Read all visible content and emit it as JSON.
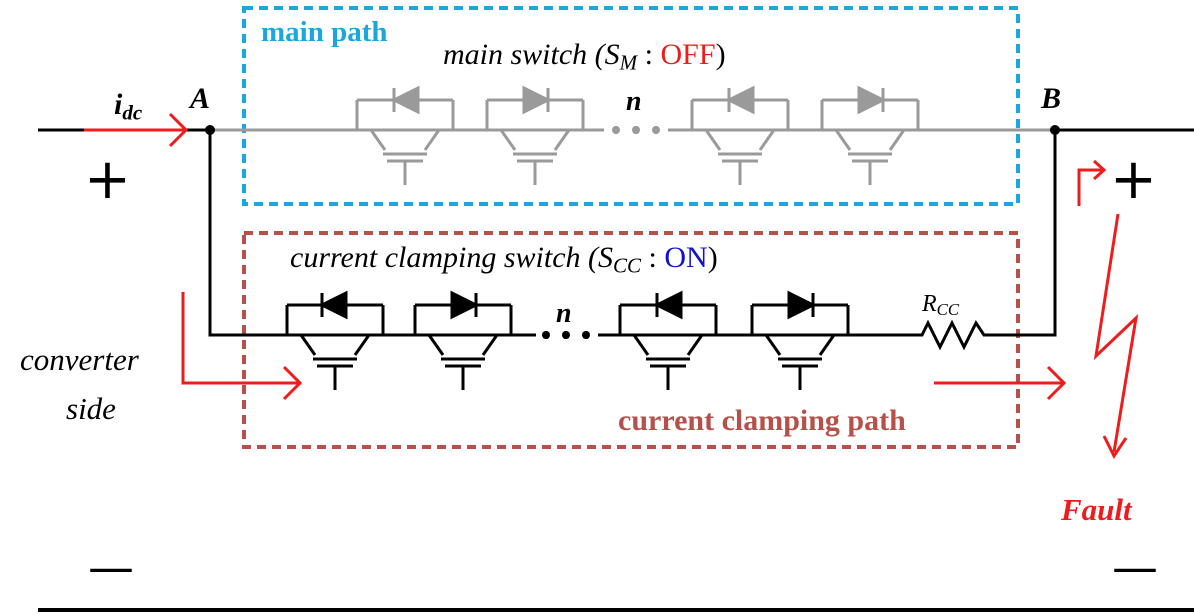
{
  "colors": {
    "main_box": "#1aa7e0",
    "clamp_box": "#b5514a",
    "fault": "#ee1c1c",
    "on_text": "#1010d0",
    "off_text": "#ee1c1c",
    "wire": "#000000",
    "inactive_switch": "#9a9a9a"
  },
  "labels": {
    "main_path": "main path",
    "main_switch": "main switch (",
    "main_switch_sym": "S",
    "main_switch_sub": "M",
    "main_switch_sep": " : ",
    "main_switch_state": "OFF",
    "main_switch_close": ")",
    "clamp_switch": "current clamping switch (",
    "clamp_switch_sym": "S",
    "clamp_switch_sub": "CC",
    "clamp_switch_sep": " : ",
    "clamp_switch_state": "ON",
    "clamp_switch_close": ")",
    "clamp_path": "current clamping path",
    "node_a": "A",
    "node_b": "B",
    "current_sym": "i",
    "current_sub": "dc",
    "n_main": "n",
    "n_clamp": "n",
    "resistor_sym": "R",
    "resistor_sub": "CC",
    "converter_line1": "converter",
    "converter_line2": "side",
    "fault": "Fault",
    "plus_left": "+",
    "plus_right": "+",
    "minus_left": "—",
    "minus_right": "—"
  }
}
